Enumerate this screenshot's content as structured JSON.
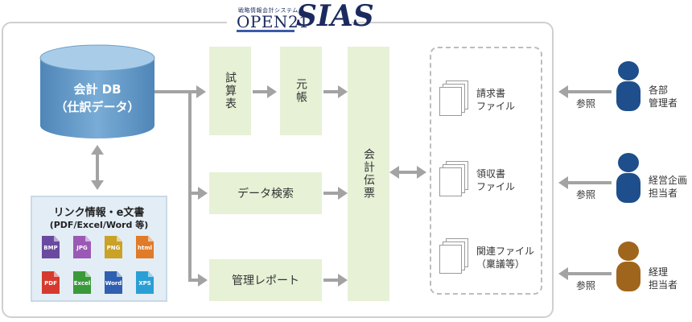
{
  "logo": {
    "subtitle": "戦略情報会計システム",
    "product": "OPEN21",
    "brand": "SIAS"
  },
  "database": {
    "line1": "会計 DB",
    "line2": "（仕訳データ）"
  },
  "link_box": {
    "title": "リンク情報・e文書",
    "subtitle": "(PDF/Excel/Word 等)",
    "files": [
      {
        "label": "BMP",
        "color": "#6a4aa0"
      },
      {
        "label": "JPG",
        "color": "#9b59b6"
      },
      {
        "label": "PNG",
        "color": "#c9a227"
      },
      {
        "label": "html",
        "color": "#e07b2a"
      },
      {
        "label": "PDF",
        "color": "#d63a2f"
      },
      {
        "label": "Excel",
        "color": "#3a9a3a"
      },
      {
        "label": "Word",
        "color": "#2f5fb0"
      },
      {
        "label": "XPS",
        "color": "#2a9fd6"
      }
    ]
  },
  "processes": {
    "trial_balance": "試算表",
    "ledger": "元帳",
    "data_search": "データ検索",
    "management_report": "管理レポート",
    "voucher": "会計伝票"
  },
  "documents": [
    {
      "line1": "請求書",
      "line2": "ファイル"
    },
    {
      "line1": "領収書",
      "line2": "ファイル"
    },
    {
      "line1": "関連ファイル",
      "line2": "（稟議等）"
    }
  ],
  "users": [
    {
      "ref": "参照",
      "line1": "各部",
      "line2": "管理者",
      "color": "#1f4e8c"
    },
    {
      "ref": "参照",
      "line1": "経営企画",
      "line2": "担当者",
      "color": "#1f4e8c"
    },
    {
      "ref": "参照",
      "line1": "経理",
      "line2": "担当者",
      "color": "#a0651c"
    }
  ],
  "colors": {
    "arrow": "#a3a3a3",
    "process_bg": "#e6f1d6",
    "db_top": "#7fb0d8",
    "db_body": "#5d93c4"
  }
}
